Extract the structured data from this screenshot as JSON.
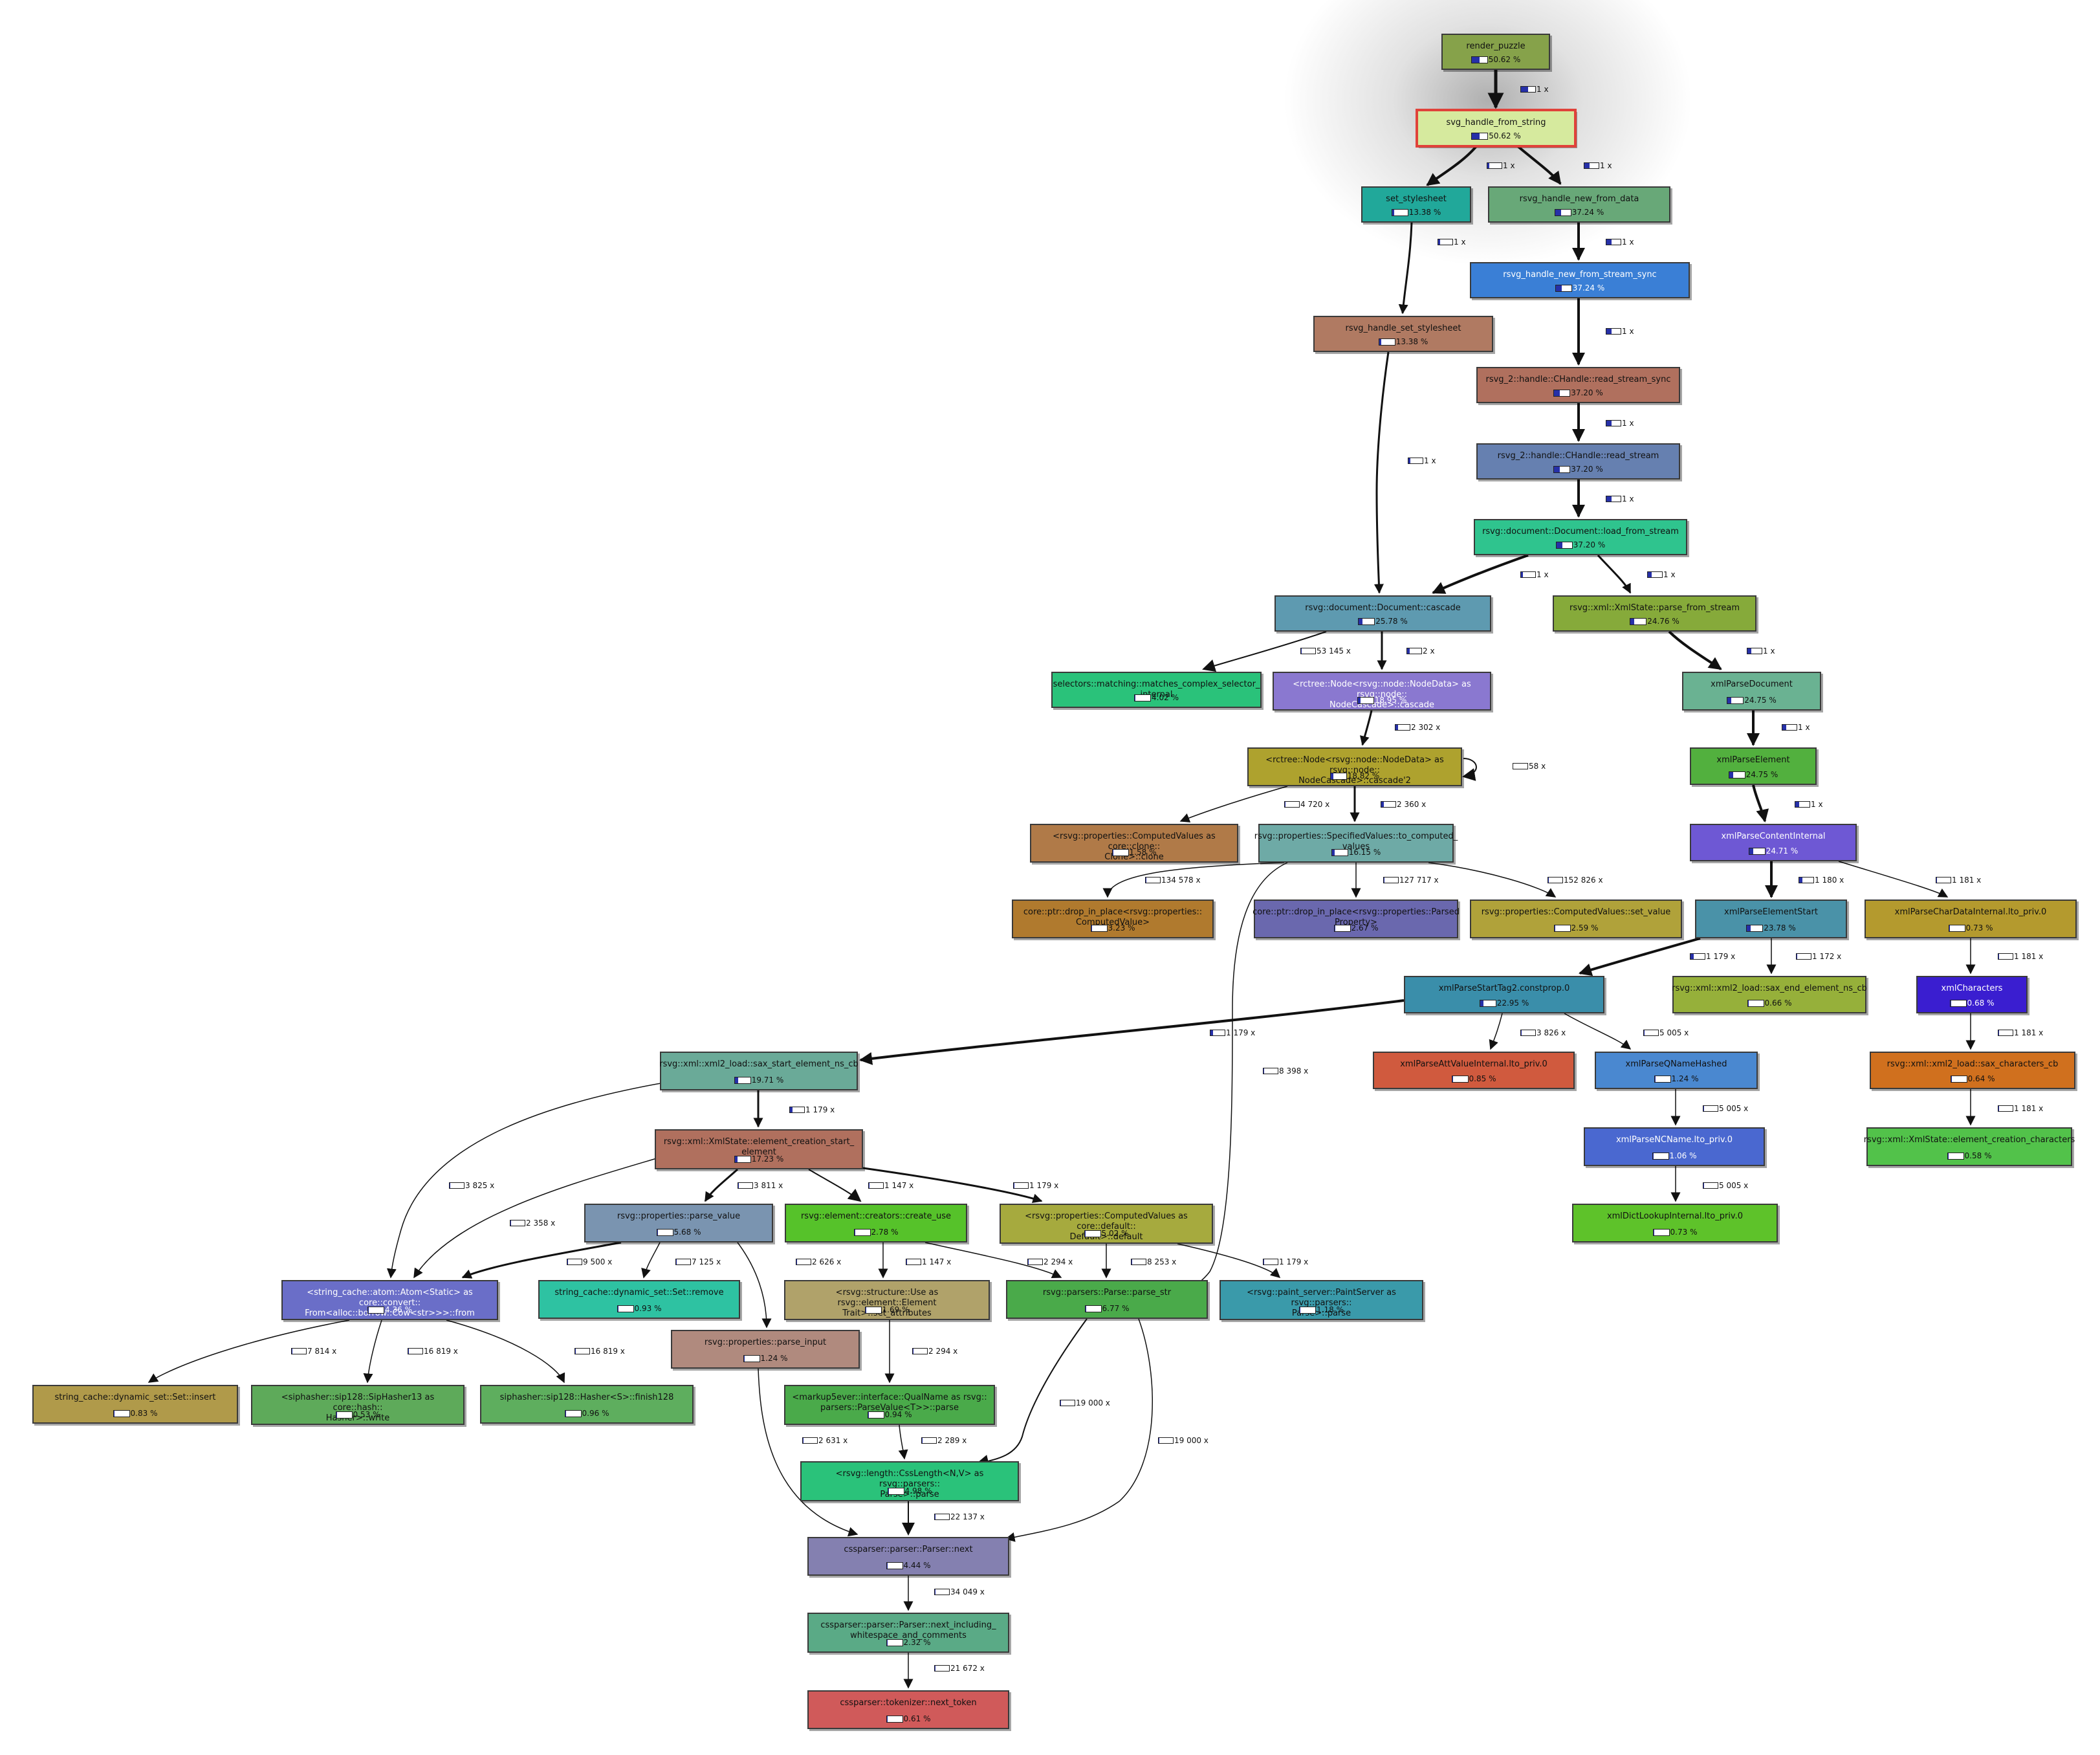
{
  "nodes": [
    {
      "id": "n1",
      "name": "render_puzzle",
      "pct": "50.62 %",
      "bar": 0.51,
      "color": "#86a24a"
    },
    {
      "id": "n2",
      "name": "svg_handle_from_string",
      "pct": "50.62 %",
      "bar": 0.51,
      "color": "#d6ea9e",
      "highlight": true
    },
    {
      "id": "n3",
      "name": "set_stylesheet",
      "pct": "13.38 %",
      "bar": 0.13,
      "color": "#21a89a"
    },
    {
      "id": "n4",
      "name": "rsvg_handle_new_from_data",
      "pct": "37.24 %",
      "bar": 0.37,
      "color": "#68a878"
    },
    {
      "id": "n5",
      "name": "rsvg_handle_new_from_stream_sync",
      "pct": "37.24 %",
      "bar": 0.37,
      "color": "#3a7fd6",
      "dark": true
    },
    {
      "id": "n6",
      "name": "rsvg_handle_set_stylesheet",
      "pct": "13.38 %",
      "bar": 0.13,
      "color": "#b07a62"
    },
    {
      "id": "n7",
      "name": "rsvg_2::handle::CHandle::read_stream_sync",
      "pct": "37.20 %",
      "bar": 0.37,
      "color": "#b0705e"
    },
    {
      "id": "n8",
      "name": "rsvg_2::handle::CHandle::read_stream",
      "pct": "37.20 %",
      "bar": 0.37,
      "color": "#6680b0"
    },
    {
      "id": "n9",
      "name": "rsvg::document::Document::load_from_stream",
      "pct": "37.20 %",
      "bar": 0.37,
      "color": "#2fc48e"
    },
    {
      "id": "n10",
      "name": "rsvg::document::Document::cascade",
      "pct": "25.78 %",
      "bar": 0.26,
      "color": "#5e9ab0"
    },
    {
      "id": "n11",
      "name": "rsvg::xml::XmlState::parse_from_stream",
      "pct": "24.76 %",
      "bar": 0.25,
      "color": "#86aa3a"
    },
    {
      "id": "n12",
      "name": "selectors::matching::matches_complex_selector_\ninternal",
      "pct": "4.02 %",
      "bar": 0.04,
      "color": "#2ac27a"
    },
    {
      "id": "n13",
      "name": "<rctree::Node<rsvg::node::NodeData> as rsvg::node::\nNodeCascade>::cascade",
      "pct": "18.95 %",
      "bar": 0.19,
      "color": "#8a78d0",
      "dark": true
    },
    {
      "id": "n14",
      "name": "xmlParseDocument",
      "pct": "24.75 %",
      "bar": 0.25,
      "color": "#6ab292"
    },
    {
      "id": "n15",
      "name": "<rctree::Node<rsvg::node::NodeData> as rsvg::node::\nNodeCascade>::cascade'2",
      "pct": "18.82 %",
      "bar": 0.19,
      "color": "#aea22e"
    },
    {
      "id": "n16",
      "name": "xmlParseElement",
      "pct": "24.75 %",
      "bar": 0.25,
      "color": "#52b03e"
    },
    {
      "id": "n17",
      "name": "<rsvg::properties::ComputedValues as core::clone::\nClone>::clone",
      "pct": "1.58 %",
      "bar": 0.02,
      "color": "#b07a48"
    },
    {
      "id": "n18",
      "name": "rsvg::properties::SpecifiedValues::to_computed_\nvalues",
      "pct": "16.15 %",
      "bar": 0.16,
      "color": "#6eaaa6"
    },
    {
      "id": "n19",
      "name": "xmlParseContentInternal",
      "pct": "24.71 %",
      "bar": 0.25,
      "color": "#6e58d4",
      "dark": true
    },
    {
      "id": "n20",
      "name": "core::ptr::drop_in_place<rsvg::properties::\nComputedValue>",
      "pct": "3.23 %",
      "bar": 0.03,
      "color": "#b07a2e"
    },
    {
      "id": "n21",
      "name": "core::ptr::drop_in_place<rsvg::properties::Parsed\nProperty>",
      "pct": "2.67 %",
      "bar": 0.03,
      "color": "#6a68ae"
    },
    {
      "id": "n22",
      "name": "rsvg::properties::ComputedValues::set_value",
      "pct": "2.59 %",
      "bar": 0.03,
      "color": "#b0a23a"
    },
    {
      "id": "n23",
      "name": "xmlParseElementStart",
      "pct": "23.78 %",
      "bar": 0.24,
      "color": "#4a92a8"
    },
    {
      "id": "n24",
      "name": "xmlParseCharDataInternal.lto_priv.0",
      "pct": "0.73 %",
      "bar": 0.01,
      "color": "#b49a2e"
    },
    {
      "id": "n25",
      "name": "xmlParseStartTag2.constprop.0",
      "pct": "22.95 %",
      "bar": 0.23,
      "color": "#3a8eaa"
    },
    {
      "id": "n26",
      "name": "rsvg::xml::xml2_load::sax_end_element_ns_cb",
      "pct": "0.66 %",
      "bar": 0.01,
      "color": "#96b03a"
    },
    {
      "id": "n27",
      "name": "xmlCharacters",
      "pct": "0.68 %",
      "bar": 0.01,
      "color": "#3a1ed0",
      "dark": true
    },
    {
      "id": "n28",
      "name": "rsvg::xml::xml2_load::sax_start_element_ns_cb",
      "pct": "19.71 %",
      "bar": 0.2,
      "color": "#6aaa98"
    },
    {
      "id": "n29",
      "name": "xmlParseAttValueInternal.lto_priv.0",
      "pct": "0.85 %",
      "bar": 0.01,
      "color": "#d05a3e"
    },
    {
      "id": "n30",
      "name": "xmlParseQNameHashed",
      "pct": "1.24 %",
      "bar": 0.01,
      "color": "#4a88d0"
    },
    {
      "id": "n31",
      "name": "rsvg::xml::xml2_load::sax_characters_cb",
      "pct": "0.64 %",
      "bar": 0.01,
      "color": "#d0701e"
    },
    {
      "id": "n32",
      "name": "rsvg::xml::XmlState::element_creation_start_\nelement",
      "pct": "17.23 %",
      "bar": 0.17,
      "color": "#b0705e"
    },
    {
      "id": "n33",
      "name": "xmlParseNCName.lto_priv.0",
      "pct": "1.06 %",
      "bar": 0.01,
      "color": "#4a68d0",
      "dark": true
    },
    {
      "id": "n34",
      "name": "rsvg::xml::XmlState::element_creation_characters",
      "pct": "0.58 %",
      "bar": 0.01,
      "color": "#52c24a"
    },
    {
      "id": "n35",
      "name": "rsvg::properties::parse_value",
      "pct": "5.68 %",
      "bar": 0.06,
      "color": "#7a94b0"
    },
    {
      "id": "n36",
      "name": "rsvg::element::creators::create_use",
      "pct": "2.78 %",
      "bar": 0.03,
      "color": "#56c22a"
    },
    {
      "id": "n37",
      "name": "<rsvg::properties::ComputedValues as core::default::\nDefault>::default",
      "pct": "5.02 %",
      "bar": 0.05,
      "color": "#a6aa3e"
    },
    {
      "id": "n38",
      "name": "xmlDictLookupInternal.lto_priv.0",
      "pct": "0.73 %",
      "bar": 0.01,
      "color": "#5ec22a"
    },
    {
      "id": "n39",
      "name": "<string_cache::atom::Atom<Static> as core::convert::\nFrom<alloc::borrow::Cow<str>>>::from",
      "pct": "4.36 %",
      "bar": 0.04,
      "color": "#6a6ec8",
      "dark": true
    },
    {
      "id": "n40",
      "name": "string_cache::dynamic_set::Set::remove",
      "pct": "0.93 %",
      "bar": 0.01,
      "color": "#2ec2a2"
    },
    {
      "id": "n41",
      "name": "<rsvg::structure::Use as rsvg::element::Element\nTrait>::set_attributes",
      "pct": "1.69 %",
      "bar": 0.02,
      "color": "#b0a26a"
    },
    {
      "id": "n42",
      "name": "rsvg::parsers::Parse::parse_str",
      "pct": "6.77 %",
      "bar": 0.07,
      "color": "#4aaa4a"
    },
    {
      "id": "n43",
      "name": "<rsvg::paint_server::PaintServer as rsvg::parsers::\nParse>::parse",
      "pct": "1.18 %",
      "bar": 0.01,
      "color": "#3a9aaa"
    },
    {
      "id": "n44",
      "name": "rsvg::properties::parse_input",
      "pct": "1.24 %",
      "bar": 0.01,
      "color": "#b08a7e"
    },
    {
      "id": "n45",
      "name": "string_cache::dynamic_set::Set::insert",
      "pct": "0.83 %",
      "bar": 0.01,
      "color": "#b09a4a"
    },
    {
      "id": "n46",
      "name": "<siphasher::sip128::SipHasher13 as core::hash::\nHasher>::write",
      "pct": "0.53 %",
      "bar": 0.01,
      "color": "#5eaa5a"
    },
    {
      "id": "n47",
      "name": "siphasher::sip128::Hasher<S>::finish128",
      "pct": "0.96 %",
      "bar": 0.01,
      "color": "#5eae5e"
    },
    {
      "id": "n48",
      "name": "<markup5ever::interface::QualName as rsvg::\nparsers::ParseValue<T>>::parse",
      "pct": "0.94 %",
      "bar": 0.01,
      "color": "#4aaa4a"
    },
    {
      "id": "n49",
      "name": "<rsvg::length::CssLength<N,V> as rsvg::parsers::\nParse>::parse",
      "pct": "4.98 %",
      "bar": 0.05,
      "color": "#2ac27a"
    },
    {
      "id": "n50",
      "name": "cssparser::parser::Parser::next",
      "pct": "4.44 %",
      "bar": 0.04,
      "color": "#8480b0"
    },
    {
      "id": "n51",
      "name": "cssparser::parser::Parser::next_including_\nwhitespace_and_comments",
      "pct": "2.32 %",
      "bar": 0.02,
      "color": "#5aaa86"
    },
    {
      "id": "n52",
      "name": "cssparser::tokenizer::next_token",
      "pct": "0.61 %",
      "bar": 0.01,
      "color": "#d05a5a"
    }
  ],
  "edges": [
    {
      "from": "n1",
      "to": "n2",
      "label": "1 x",
      "bar": 0.51
    },
    {
      "from": "n2",
      "to": "n3",
      "label": "1 x",
      "bar": 0.13
    },
    {
      "from": "n2",
      "to": "n4",
      "label": "1 x",
      "bar": 0.37
    },
    {
      "from": "n3",
      "to": "n6",
      "label": "1 x",
      "bar": 0.13
    },
    {
      "from": "n4",
      "to": "n5",
      "label": "1 x",
      "bar": 0.37
    },
    {
      "from": "n5",
      "to": "n7",
      "label": "1 x",
      "bar": 0.37
    },
    {
      "from": "n6",
      "to": "n10",
      "label": "1 x",
      "bar": 0.13
    },
    {
      "from": "n7",
      "to": "n8",
      "label": "1 x",
      "bar": 0.37
    },
    {
      "from": "n8",
      "to": "n9",
      "label": "1 x",
      "bar": 0.37
    },
    {
      "from": "n9",
      "to": "n10",
      "label": "1 x",
      "bar": 0.12
    },
    {
      "from": "n9",
      "to": "n11",
      "label": "1 x",
      "bar": 0.25
    },
    {
      "from": "n10",
      "to": "n12",
      "label": "53 145 x",
      "bar": 0.04
    },
    {
      "from": "n10",
      "to": "n13",
      "label": "2 x",
      "bar": 0.19
    },
    {
      "from": "n11",
      "to": "n14",
      "label": "1 x",
      "bar": 0.25
    },
    {
      "from": "n13",
      "to": "n15",
      "label": "2 302 x",
      "bar": 0.19
    },
    {
      "from": "n15",
      "to": "n15",
      "label": "58 x",
      "bar": 0.0
    },
    {
      "from": "n14",
      "to": "n16",
      "label": "1 x",
      "bar": 0.25
    },
    {
      "from": "n15",
      "to": "n17",
      "label": "4 720 x",
      "bar": 0.02
    },
    {
      "from": "n15",
      "to": "n18",
      "label": "2 360 x",
      "bar": 0.16
    },
    {
      "from": "n16",
      "to": "n19",
      "label": "1 x",
      "bar": 0.25
    },
    {
      "from": "n18",
      "to": "n20",
      "label": "134 578 x",
      "bar": 0.03
    },
    {
      "from": "n18",
      "to": "n21",
      "label": "127 717 x",
      "bar": 0.03
    },
    {
      "from": "n18",
      "to": "n22",
      "label": "152 826 x",
      "bar": 0.03
    },
    {
      "from": "n19",
      "to": "n23",
      "label": "1 180 x",
      "bar": 0.24
    },
    {
      "from": "n19",
      "to": "n24",
      "label": "1 181 x",
      "bar": 0.01
    },
    {
      "from": "n23",
      "to": "n25",
      "label": "1 179 x",
      "bar": 0.23
    },
    {
      "from": "n23",
      "to": "n26",
      "label": "1 172 x",
      "bar": 0.01
    },
    {
      "from": "n24",
      "to": "n27",
      "label": "1 181 x",
      "bar": 0.01
    },
    {
      "from": "n25",
      "to": "n28",
      "label": "1 179 x",
      "bar": 0.2
    },
    {
      "from": "n25",
      "to": "n29",
      "label": "3 826 x",
      "bar": 0.01
    },
    {
      "from": "n25",
      "to": "n30",
      "label": "5 005 x",
      "bar": 0.01
    },
    {
      "from": "n27",
      "to": "n31",
      "label": "1 181 x",
      "bar": 0.01
    },
    {
      "from": "n18",
      "to": "n42",
      "label": "8 398 x",
      "bar": 0.03
    },
    {
      "from": "n28",
      "to": "n32",
      "label": "1 179 x",
      "bar": 0.17
    },
    {
      "from": "n30",
      "to": "n33",
      "label": "5 005 x",
      "bar": 0.01
    },
    {
      "from": "n31",
      "to": "n34",
      "label": "1 181 x",
      "bar": 0.01
    },
    {
      "from": "n28",
      "to": "n39",
      "label": "3 825 x",
      "bar": 0.02
    },
    {
      "from": "n32",
      "to": "n39",
      "label": "2 358 x",
      "bar": 0.01
    },
    {
      "from": "n32",
      "to": "n35",
      "label": "3 811 x",
      "bar": 0.06
    },
    {
      "from": "n32",
      "to": "n36",
      "label": "1 147 x",
      "bar": 0.03
    },
    {
      "from": "n32",
      "to": "n37",
      "label": "1 179 x",
      "bar": 0.05
    },
    {
      "from": "n33",
      "to": "n38",
      "label": "5 005 x",
      "bar": 0.01
    },
    {
      "from": "n35",
      "to": "n39",
      "label": "9 500 x",
      "bar": 0.01
    },
    {
      "from": "n35",
      "to": "n40",
      "label": "7 125 x",
      "bar": 0.01
    },
    {
      "from": "n35",
      "to": "n44",
      "label": "2 626 x",
      "bar": 0.01
    },
    {
      "from": "n36",
      "to": "n41",
      "label": "1 147 x",
      "bar": 0.02
    },
    {
      "from": "n36",
      "to": "n42",
      "label": "2 294 x",
      "bar": 0.01
    },
    {
      "from": "n37",
      "to": "n42",
      "label": "8 253 x",
      "bar": 0.02
    },
    {
      "from": "n37",
      "to": "n43",
      "label": "1 179 x",
      "bar": 0.01
    },
    {
      "from": "n39",
      "to": "n45",
      "label": "7 814 x",
      "bar": 0.01
    },
    {
      "from": "n39",
      "to": "n46",
      "label": "16 819 x",
      "bar": 0.01
    },
    {
      "from": "n39",
      "to": "n47",
      "label": "16 819 x",
      "bar": 0.01
    },
    {
      "from": "n41",
      "to": "n48",
      "label": "2 294 x",
      "bar": 0.01
    },
    {
      "from": "n42",
      "to": "n49",
      "label": "19 000 x",
      "bar": 0.05
    },
    {
      "from": "n48",
      "to": "n49",
      "label": "2 289 x",
      "bar": 0.01
    },
    {
      "from": "n44",
      "to": "n50",
      "label": "2 631 x",
      "bar": 0.01
    },
    {
      "from": "n42",
      "to": "n50",
      "label": "19 000 x",
      "bar": 0.01
    },
    {
      "from": "n49",
      "to": "n50",
      "label": "22 137 x",
      "bar": 0.03
    },
    {
      "from": "n50",
      "to": "n51",
      "label": "34 049 x",
      "bar": 0.02
    },
    {
      "from": "n51",
      "to": "n52",
      "label": "21 672 x",
      "bar": 0.01
    }
  ]
}
